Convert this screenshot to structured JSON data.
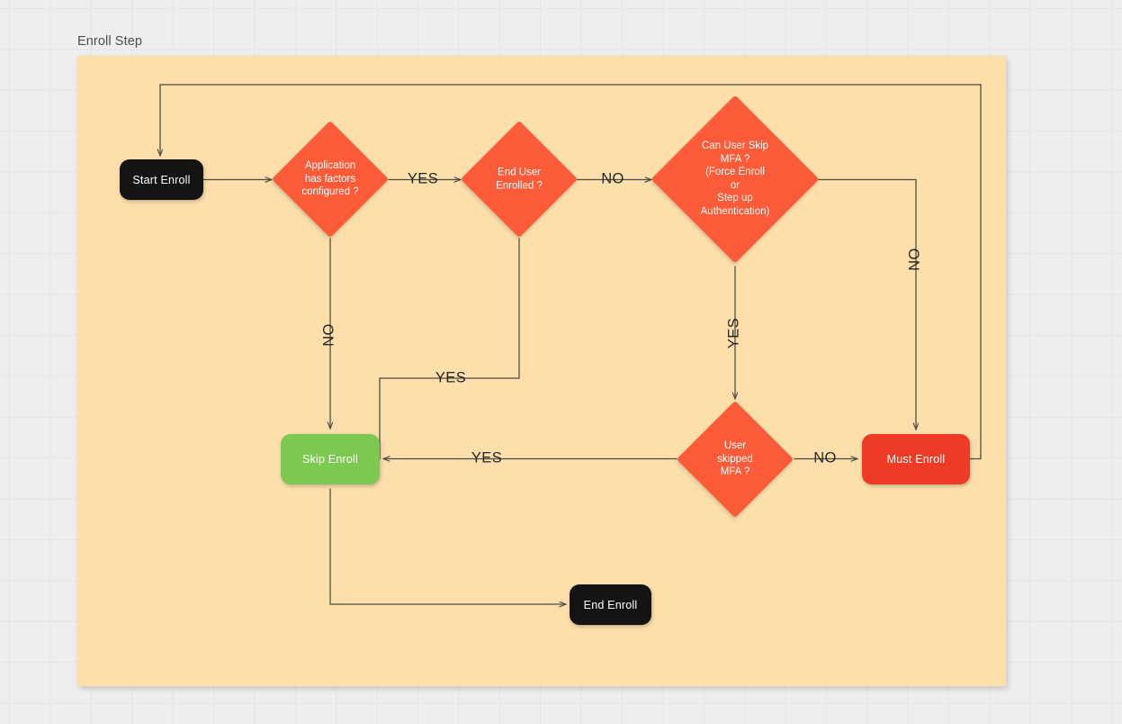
{
  "diagram": {
    "title": "Enroll Step",
    "canvas": {
      "background": "#eeeeee",
      "grid": "45px"
    },
    "panel": {
      "background": "#fcdfab"
    },
    "colors": {
      "decision": "#fb5b38",
      "terminator": "#141414",
      "success": "#7dc850",
      "danger": "#ef3b25",
      "edge": "#4a4a42",
      "label_text": "#262626"
    },
    "nodes": [
      {
        "id": "start-enroll",
        "label": "Start Enroll",
        "shape": "terminator",
        "color": "#141414"
      },
      {
        "id": "application-has-factors-configured",
        "label": "Application\nhas factors\nconfigured ?",
        "shape": "decision",
        "color": "#fb5b38"
      },
      {
        "id": "end-user-enrolled",
        "label": "End User\nEnrolled ?",
        "shape": "decision",
        "color": "#fb5b38"
      },
      {
        "id": "can-user-skip-mfa",
        "label": "Can User Skip\nMFA ?\n(Force Enroll\nor\nStep up\nAuthentication)",
        "shape": "decision",
        "color": "#fb5b38"
      },
      {
        "id": "user-skipped-mfa",
        "label": "User\nskipped\nMFA ?",
        "shape": "decision",
        "color": "#fb5b38"
      },
      {
        "id": "skip-enroll",
        "label": "Skip Enroll",
        "shape": "process",
        "color": "#7dc850"
      },
      {
        "id": "must-enroll",
        "label": "Must Enroll",
        "shape": "process",
        "color": "#ef3b25"
      },
      {
        "id": "end-enroll",
        "label": "End Enroll",
        "shape": "terminator",
        "color": "#141414"
      }
    ],
    "edge_labels": [
      {
        "id": "yes-app-to-enduser",
        "text": "YES",
        "orientation": "horizontal"
      },
      {
        "id": "no-enduser-to-canskip",
        "text": "NO",
        "orientation": "horizontal"
      },
      {
        "id": "no-app-to-skipenroll",
        "text": "NO",
        "orientation": "vertical"
      },
      {
        "id": "yes-enduser-to-skipenroll",
        "text": "YES",
        "orientation": "horizontal"
      },
      {
        "id": "yes-canskip-to-userskipped",
        "text": "YES",
        "orientation": "vertical"
      },
      {
        "id": "no-canskip-to-mustenroll",
        "text": "NO",
        "orientation": "vertical"
      },
      {
        "id": "yes-userskipped-to-skipenroll",
        "text": "YES",
        "orientation": "horizontal"
      },
      {
        "id": "no-userskipped-to-mustenroll",
        "text": "NO",
        "orientation": "horizontal"
      }
    ],
    "edges": [
      {
        "from": "start-enroll",
        "to": "application-has-factors-configured",
        "label": ""
      },
      {
        "from": "application-has-factors-configured",
        "to": "end-user-enrolled",
        "label": "YES"
      },
      {
        "from": "application-has-factors-configured",
        "to": "skip-enroll",
        "label": "NO"
      },
      {
        "from": "end-user-enrolled",
        "to": "can-user-skip-mfa",
        "label": "NO"
      },
      {
        "from": "end-user-enrolled",
        "to": "skip-enroll",
        "label": "YES"
      },
      {
        "from": "can-user-skip-mfa",
        "to": "user-skipped-mfa",
        "label": "YES"
      },
      {
        "from": "can-user-skip-mfa",
        "to": "must-enroll",
        "label": "NO"
      },
      {
        "from": "user-skipped-mfa",
        "to": "skip-enroll",
        "label": "YES"
      },
      {
        "from": "user-skipped-mfa",
        "to": "must-enroll",
        "label": "NO"
      },
      {
        "from": "must-enroll",
        "to": "start-enroll",
        "label": ""
      },
      {
        "from": "skip-enroll",
        "to": "end-enroll",
        "label": ""
      }
    ]
  }
}
